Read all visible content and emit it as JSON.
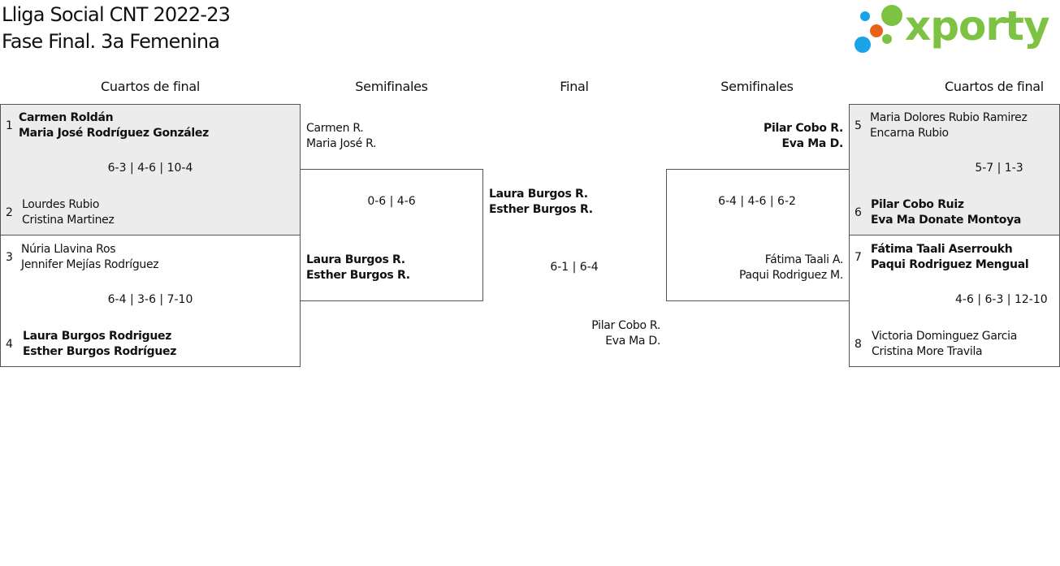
{
  "title_line1": "Lliga Social CNT 2022-23",
  "title_line2": "Fase Final. 3a Femenina",
  "logo": {
    "text": "xporty",
    "dot_colors": [
      "#1aa3e8",
      "#e8621a",
      "#7dc242"
    ]
  },
  "headers": {
    "qf_left": "Cuartos de final",
    "sf_left": "Semifinales",
    "final": "Final",
    "sf_right": "Semifinales",
    "qf_right": "Cuartos de final"
  },
  "qf": [
    {
      "seed": "1",
      "p1": "Carmen Roldán",
      "p2": "Maria José Rodríguez González",
      "winner": true
    },
    {
      "seed": "2",
      "p1": "Lourdes Rubio",
      "p2": "Cristina Martinez",
      "winner": false
    },
    {
      "seed": "3",
      "p1": "Núria Llavina Ros",
      "p2": "Jennifer Mejías Rodríguez",
      "winner": false
    },
    {
      "seed": "4",
      "p1": "Laura Burgos Rodriguez",
      "p2": "Esther Burgos Rodríguez",
      "winner": true
    },
    {
      "seed": "5",
      "p1": "Maria Dolores Rubio Ramirez",
      "p2": "Encarna Rubio",
      "winner": false
    },
    {
      "seed": "6",
      "p1": "Pilar Cobo Ruiz",
      "p2": "Eva Ma Donate Montoya",
      "winner": true
    },
    {
      "seed": "7",
      "p1": "Fátima Taali Aserroukh",
      "p2": "Paqui Rodriguez Mengual",
      "winner": true
    },
    {
      "seed": "8",
      "p1": "Victoria Dominguez Garcia",
      "p2": "Cristina More Travila",
      "winner": false
    }
  ],
  "qf_scores": [
    "6-3 | 4-6 | 10-4",
    "6-4 | 3-6 | 7-10",
    "5-7 | 1-3",
    "4-6 | 6-3 | 12-10"
  ],
  "sf_left": {
    "top": {
      "p1": "Carmen R.",
      "p2": "Maria José R."
    },
    "bottom": {
      "p1": "Laura Burgos R.",
      "p2": "Esther Burgos R."
    },
    "score": "0-6 | 4-6"
  },
  "sf_right": {
    "top": {
      "p1": "Pilar Cobo R.",
      "p2": "Eva Ma D."
    },
    "bottom": {
      "p1": "Fátima Taali A.",
      "p2": "Paqui Rodriguez M."
    },
    "score": "6-4 | 4-6 | 6-2"
  },
  "final": {
    "top": {
      "p1": "Laura Burgos R.",
      "p2": "Esther Burgos R."
    },
    "bottom": {
      "p1": "Pilar Cobo R.",
      "p2": "Eva Ma D."
    },
    "score": "6-1 | 6-4"
  }
}
